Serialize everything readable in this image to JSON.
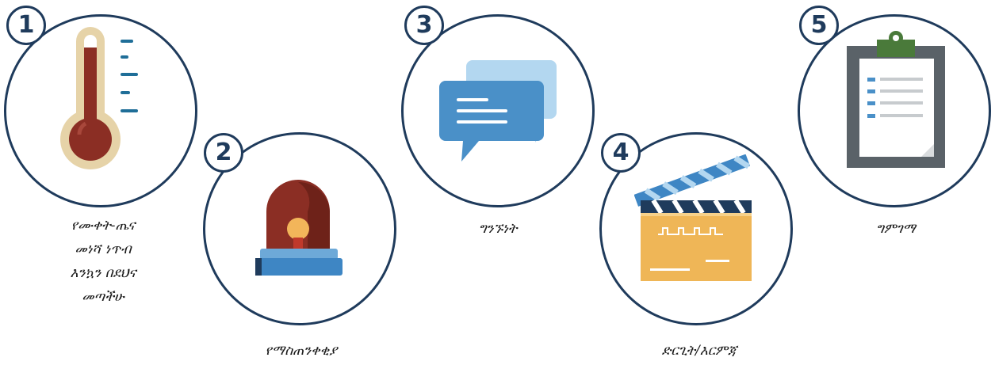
{
  "steps": [
    {
      "number": "1",
      "label": "የሙቀት-ጤና\nመነሻ ነጥብ\nእንኳን በደህና\nመጣችሁ",
      "icon": "thermometer-icon"
    },
    {
      "number": "2",
      "label": "የማስጠንቀቂያ",
      "icon": "alarm-light-icon"
    },
    {
      "number": "3",
      "label": "ግንኙነት",
      "icon": "chat-bubbles-icon"
    },
    {
      "number": "4",
      "label": "ድርጊት/እርምጃ",
      "icon": "clapperboard-icon"
    },
    {
      "number": "5",
      "label": "ግምገማ",
      "icon": "clipboard-icon"
    }
  ],
  "colors": {
    "outline": "#1f3b5c",
    "accent_blue": "#4a90c8",
    "dark_red": "#8b2e24"
  }
}
